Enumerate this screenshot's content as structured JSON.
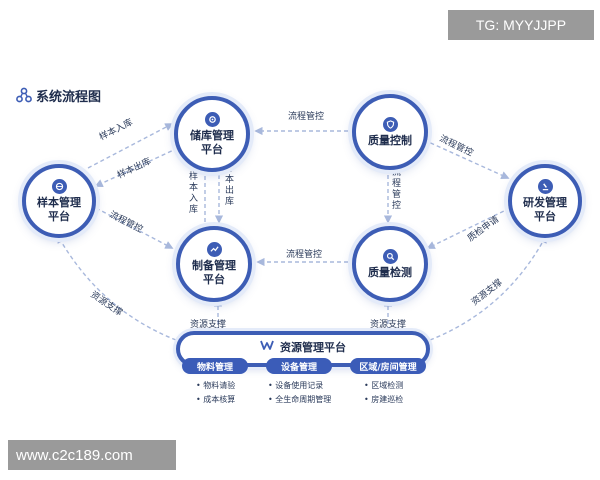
{
  "watermark_top": "TG: MYYJJPP",
  "watermark_bottom": "www.c2c189.com",
  "title": "系统流程图",
  "nodes": {
    "storage": "储库管理\n平台",
    "quality_control": "质量控制",
    "sample": "样本管理\n平台",
    "rnd": "研发管理\n平台",
    "preparation": "制备管理\n平台",
    "quality_test": "质量检测"
  },
  "edges": {
    "storage_qc": "流程管控",
    "sample_in_top": "样本入库",
    "sample_out_top": "样本出库",
    "sample_to_prep": "流程管控",
    "prep_in_vertical": "样本入库",
    "prep_out_vertical": "样本出库",
    "qc_to_test_vertical": "流程管控",
    "qc_to_rnd": "流程管控",
    "rnd_to_test": "质检申请",
    "test_to_prep": "流程管控",
    "resource_left": "资源支撑",
    "resource_mid_left": "资源支撑",
    "resource_mid_right": "资源支撑",
    "resource_right": "资源支撑"
  },
  "platform": {
    "title": "资源管理平台",
    "groups": [
      {
        "name": "物料管理",
        "items": [
          "物料请验",
          "成本核算"
        ]
      },
      {
        "name": "设备管理",
        "items": [
          "设备使用记录",
          "全生命周期管理"
        ]
      },
      {
        "name": "区域/房间管理",
        "items": [
          "区域检测",
          "房建巡检"
        ]
      }
    ]
  },
  "colors": {
    "primary": "#3d5db5",
    "halo": "#e4ebf9",
    "line": "#a8b8dc",
    "text": "#1f2d4d",
    "watermark_bg": "#9a9a9a"
  },
  "icons": {
    "title": "nodes-icon",
    "storage": "storage-icon",
    "quality_control": "shield-icon",
    "sample": "sample-icon",
    "rnd": "microscope-icon",
    "preparation": "trend-icon",
    "quality_test": "search-icon",
    "platform": "resource-icon"
  }
}
